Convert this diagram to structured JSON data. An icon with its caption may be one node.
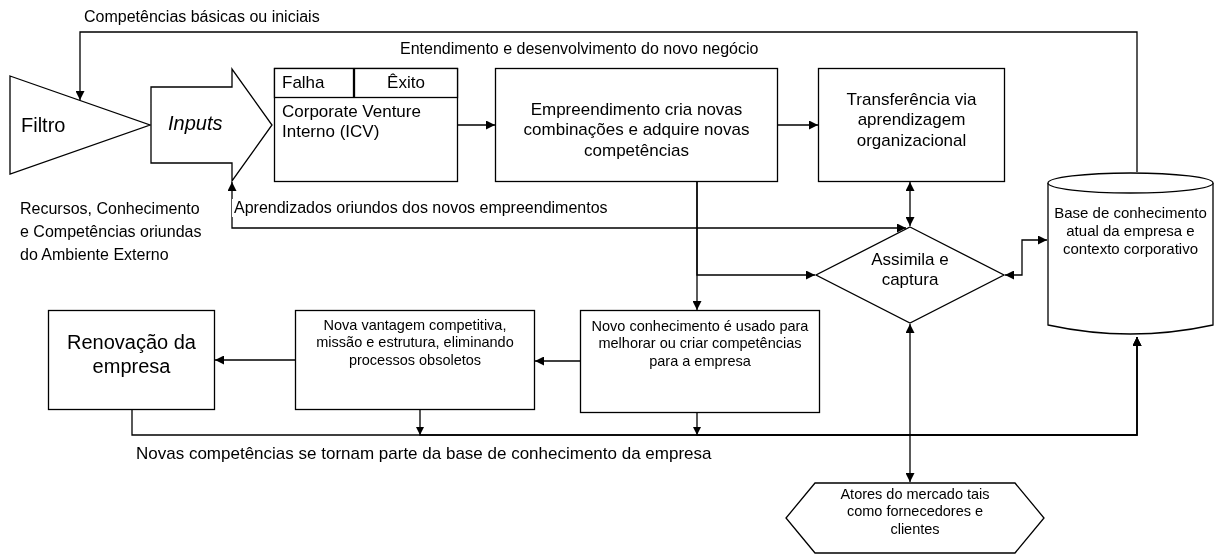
{
  "diagram": {
    "nodes": [
      {
        "text": [
          "Filtro"
        ]
      },
      {
        "text": [
          "Inputs"
        ]
      },
      {
        "text": [
          "Corporate Venture Interno (ICV)"
        ]
      },
      {
        "text": [
          "Falha"
        ],
        "in": 2
      },
      {
        "text": [
          "Êxito"
        ],
        "in": 2
      },
      {
        "text": [
          "Empreendimento cria novas combinações e adquire novas competências"
        ]
      },
      {
        "text": [
          "Transferência via aprendizagem organizacional"
        ]
      },
      {
        "text": [
          "Base de conhecimento atual da empresa e contexto corporativo"
        ]
      },
      {
        "text": [
          "Assimila e captura"
        ]
      },
      {
        "text": [
          "Novo conhecimento é usado para melhorar ou criar competências para a empresa"
        ]
      },
      {
        "text": [
          "Nova vantagem competitiva, missão e estrutura, eliminando processos obsoletos"
        ]
      },
      {
        "text": [
          "Renovação da empresa"
        ]
      },
      {
        "text": [
          "Atores do mercado tais como fornecedores e clientes"
        ]
      }
    ],
    "edges": [
      {
        "from": 7,
        "to": 0,
        "arrow": "to",
        "label": "Competências básicas ou iniciais"
      },
      {
        "from": 2,
        "to": 5,
        "arrow": "to"
      },
      {
        "from": 5,
        "to": 6,
        "arrow": "to"
      },
      {
        "from": 6,
        "to": 8,
        "arrow": "both"
      },
      {
        "from": 1,
        "to": 8,
        "arrow": "both",
        "label": "Aprendizados oriundos dos novos empreendimentos"
      },
      {
        "from": 5,
        "to": 9,
        "arrow": "to"
      },
      {
        "from": 5,
        "to": 8,
        "arrow": "to"
      },
      {
        "from": 8,
        "to": 7,
        "arrow": "both"
      },
      {
        "from": 9,
        "to": 10,
        "arrow": "to"
      },
      {
        "from": 10,
        "to": 11,
        "arrow": "to"
      },
      {
        "from": 8,
        "to": 12,
        "arrow": "both"
      },
      {
        "from": 11,
        "to": 7,
        "arrow": "to",
        "label": "Novas competências se tornam parte da base de conhecimento da empresa"
      },
      {
        "from": 10,
        "to": 7,
        "arrow": "to"
      },
      {
        "from": 9,
        "to": 7,
        "arrow": "to"
      }
    ],
    "labels": [
      "Entendimento e desenvolvimento do novo negócio",
      "Recursos, Conhecimento e Competências oriundas do Ambiente Externo"
    ]
  }
}
